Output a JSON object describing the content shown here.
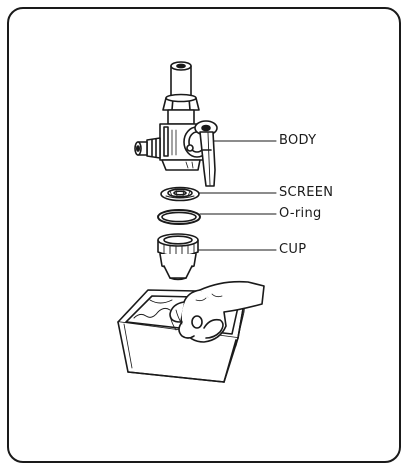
{
  "labels": {
    "body": "BODY",
    "screen": "SCREEN",
    "oring": "O-ring",
    "cup": "CUP"
  },
  "colors": {
    "ink": "#1a1a1a",
    "paper": "#ffffff",
    "shade": "#cfcfcf"
  }
}
